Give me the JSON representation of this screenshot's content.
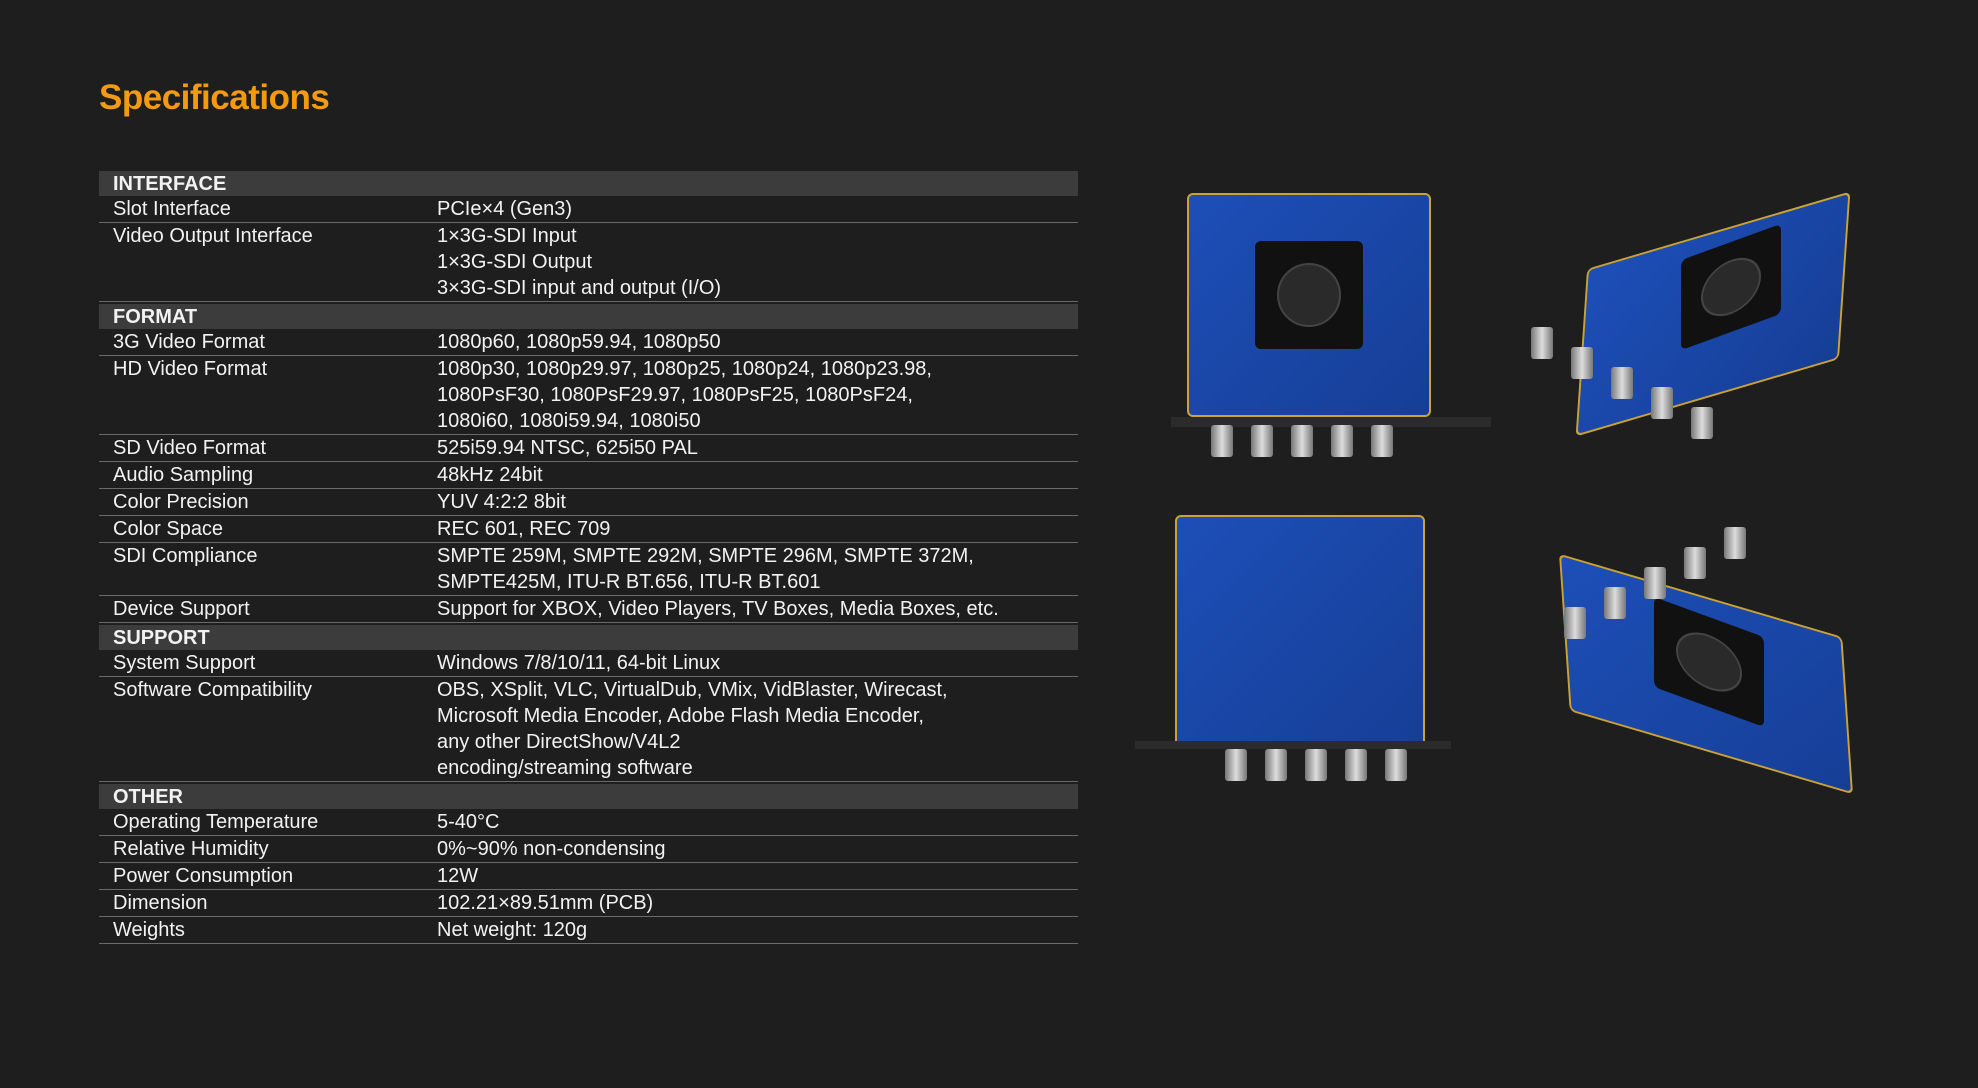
{
  "title": "Specifications",
  "sections": [
    {
      "name": "INTERFACE",
      "rows": [
        {
          "label": "Slot Interface",
          "lines": [
            "PCIe×4 (Gen3)"
          ]
        },
        {
          "label": "Video Output Interface",
          "lines": [
            "1×3G-SDI Input",
            "1×3G-SDI Output",
            "3×3G-SDI input and output (I/O)"
          ]
        }
      ]
    },
    {
      "name": "FORMAT",
      "rows": [
        {
          "label": "3G Video Format",
          "lines": [
            "1080p60, 1080p59.94, 1080p50"
          ]
        },
        {
          "label": "HD Video Format",
          "lines": [
            "1080p30,  1080p29.97, 1080p25, 1080p24, 1080p23.98,",
            "1080PsF30, 1080PsF29.97, 1080PsF25, 1080PsF24,",
            "1080i60, 1080i59.94, 1080i50"
          ]
        },
        {
          "label": "SD Video Format",
          "lines": [
            "525i59.94 NTSC, 625i50 PAL"
          ]
        },
        {
          "label": "Audio Sampling",
          "lines": [
            "48kHz 24bit"
          ]
        },
        {
          "label": "Color  Precision",
          "lines": [
            "YUV 4:2:2 8bit"
          ]
        },
        {
          "label": "Color Space",
          "lines": [
            "REC 601, REC 709"
          ]
        },
        {
          "label": "SDI Compliance",
          "lines": [
            "SMPTE 259M, SMPTE 292M, SMPTE 296M, SMPTE 372M,",
            "SMPTE425M,  ITU-R BT.656, ITU-R BT.601"
          ]
        },
        {
          "label": "Device Support",
          "lines": [
            "Support for XBOX, Video Players, TV Boxes, Media Boxes, etc."
          ]
        }
      ]
    },
    {
      "name": "SUPPORT",
      "rows": [
        {
          "label": "System Support",
          "lines": [
            "Windows 7/8/10/11, 64-bit Linux"
          ]
        },
        {
          "label": "Software Compatibility",
          "lines": [
            "OBS, XSplit, VLC, VirtualDub, VMix, VidBlaster, Wirecast,",
            "Microsoft Media Encoder,  Adobe Flash Media Encoder,",
            "any other DirectShow/V4L2",
            "encoding/streaming software"
          ]
        }
      ]
    },
    {
      "name": "OTHER",
      "rows": [
        {
          "label": "Operating Temperature",
          "lines": [
            "5-40°C"
          ]
        },
        {
          "label": "Relative Humidity",
          "lines": [
            "0%~90% non-condensing"
          ]
        },
        {
          "label": "Power Consumption",
          "lines": [
            "12W"
          ]
        },
        {
          "label": "Dimension",
          "lines": [
            "102.21×89.51mm (PCB)"
          ]
        },
        {
          "label": "Weights",
          "lines": [
            "Net weight: 120g"
          ]
        }
      ]
    }
  ],
  "colors": {
    "accent": "#f39a12",
    "background": "#1e1e1e",
    "section_bg": "#3c3c3c"
  }
}
